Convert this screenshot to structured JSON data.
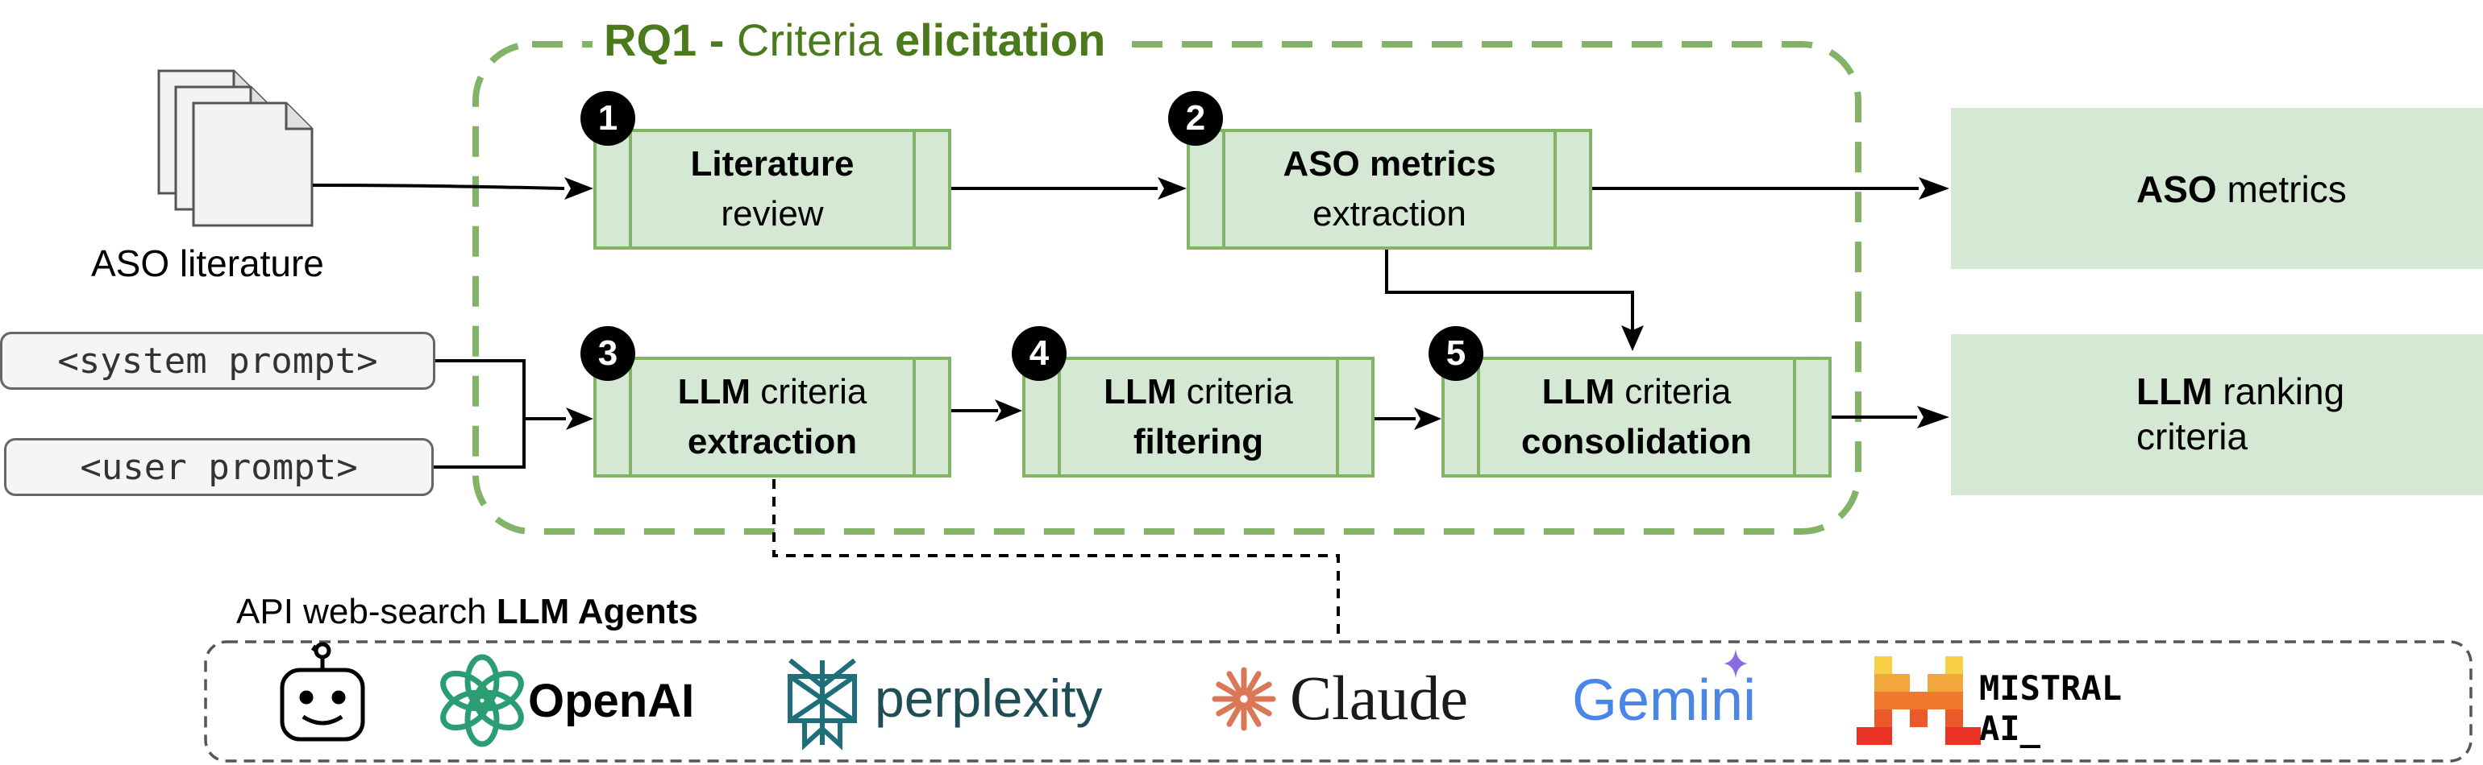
{
  "rq": {
    "prefix": "RQ1 - ",
    "normal": "Criteria ",
    "bold": "elicitation"
  },
  "inputs": {
    "literature_label": "ASO literature",
    "system_prompt": "<system prompt>",
    "user_prompt": "<user prompt>"
  },
  "steps": [
    {
      "num": "1",
      "line1_bold": "Literature",
      "line1_rest": "",
      "line2": "review",
      "line2_bold": false
    },
    {
      "num": "2",
      "line1_bold": "ASO metrics",
      "line1_rest": "",
      "line2": "extraction",
      "line2_bold": false
    },
    {
      "num": "3",
      "line1_bold": "LLM",
      "line1_rest": " criteria",
      "line2": "extraction",
      "line2_bold": true
    },
    {
      "num": "4",
      "line1_bold": "LLM",
      "line1_rest": " criteria",
      "line2": "filtering",
      "line2_bold": true
    },
    {
      "num": "5",
      "line1_bold": "LLM",
      "line1_rest": " criteria",
      "line2": "consolidation",
      "line2_bold": true
    }
  ],
  "outputs": [
    {
      "bold": "ASO",
      "rest": " metrics",
      "line2": ""
    },
    {
      "bold": "LLM",
      "rest": " ranking",
      "line2": "criteria"
    }
  ],
  "agents": {
    "caption_normal": "API web-search ",
    "caption_bold": "LLM Agents",
    "logos": {
      "openai": "OpenAI",
      "perplexity": "perplexity",
      "claude": "Claude",
      "gemini": "Gemini",
      "mistral_line1": "MISTRAL",
      "mistral_line2": "AI_"
    }
  },
  "colors": {
    "process_fill": "#d5e8d4",
    "process_stroke": "#82b366",
    "rq_border": "#82b366",
    "rq_title": "#4a7a1c",
    "stack_blue": "#7ad7f0",
    "stack_yellow": "#f4c266",
    "stack_red": "#f18d9e"
  }
}
